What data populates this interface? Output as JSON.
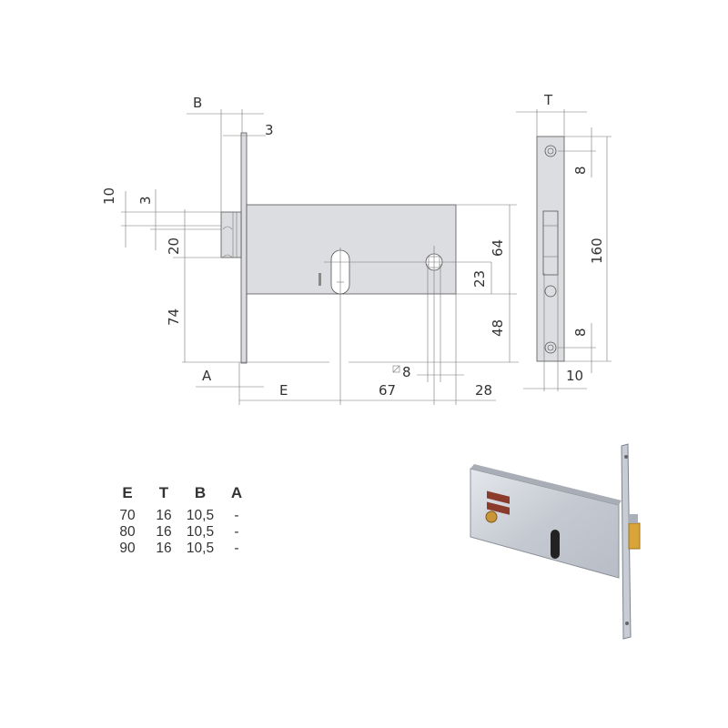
{
  "drawing": {
    "front_view": {
      "labels": {
        "B": "B",
        "faceplate_thickness": "3",
        "bolt_top_offset": "10",
        "bolt_gap": "3",
        "bolt_height": "20",
        "bolt_to_bottom": "74",
        "A": "A",
        "E": "E",
        "center_distance": "67",
        "square_spindle": "8",
        "case_right": "28",
        "case_height": "64",
        "cylinder_offset": "23",
        "lower_height": "48"
      }
    },
    "side_view": {
      "labels": {
        "T": "T",
        "top_screw": "8",
        "faceplate_length": "160",
        "bottom_screw": "8",
        "faceplate_width": "10"
      }
    }
  },
  "spec_table": {
    "headers": [
      "E",
      "T",
      "B",
      "A"
    ],
    "rows": [
      [
        "70",
        "16",
        "10,5",
        "-"
      ],
      [
        "80",
        "16",
        "10,5",
        "-"
      ],
      [
        "90",
        "16",
        "10,5",
        "-"
      ]
    ]
  },
  "colors": {
    "case_fill": "#dcdde0",
    "line": "#555555",
    "brass": "#d9a53a",
    "steel": "#c8ccd4"
  }
}
